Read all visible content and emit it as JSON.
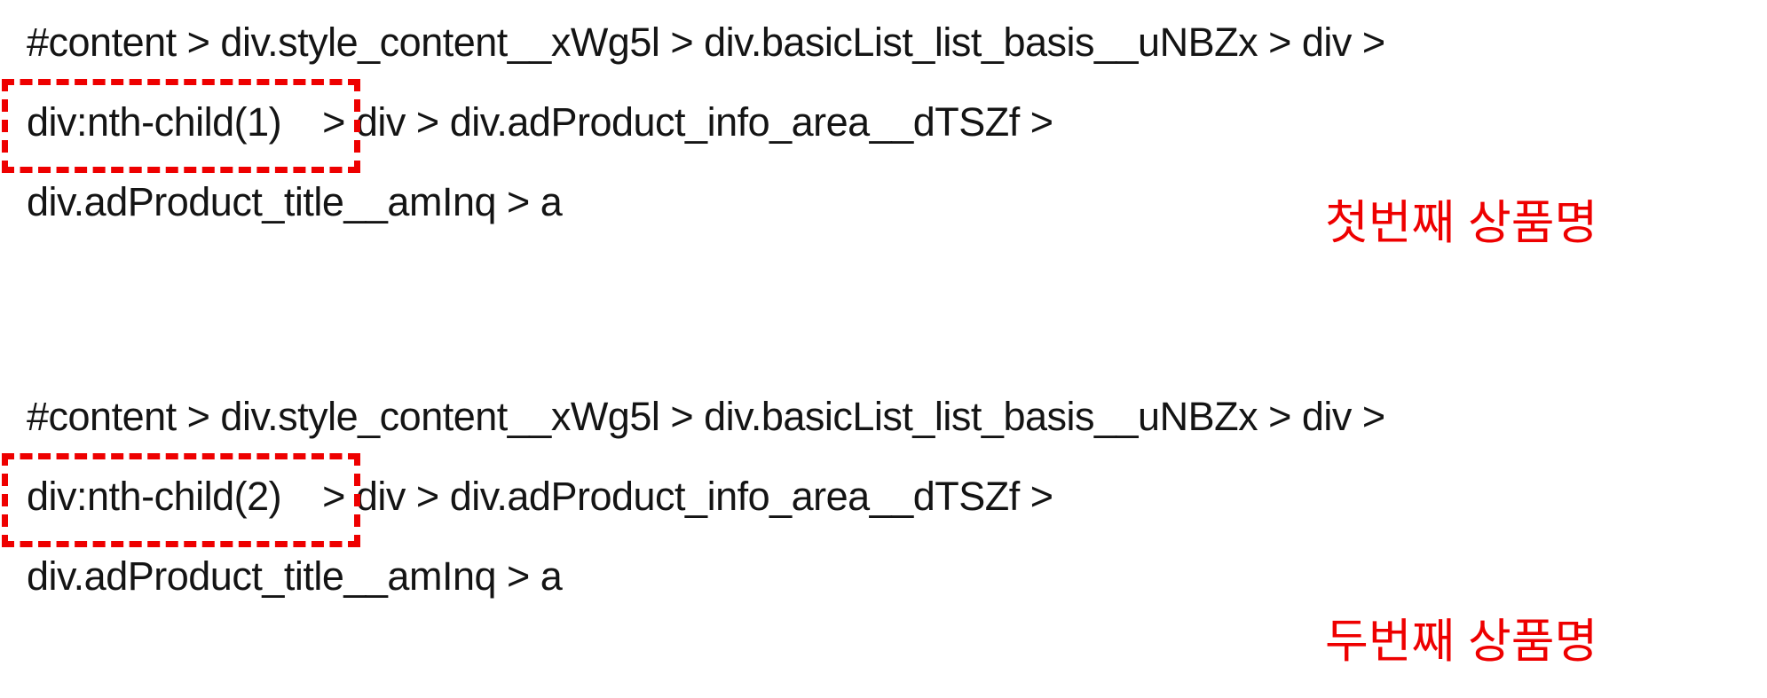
{
  "colors": {
    "background": "#ffffff",
    "selector_text": "#141414",
    "highlight_red": "#ee0000"
  },
  "blocks": [
    {
      "line1": "#content > div.style_content__xWg5l > div.basicList_list_basis__uNBZx > div >",
      "line2_highlight": "div:nth-child(1)",
      "line2_rest": "> div > div.adProduct_info_area__dTSZf >",
      "line3": "div.adProduct_title__amInq > a",
      "annotation": "첫번째 상품명"
    },
    {
      "line1": "#content > div.style_content__xWg5l > div.basicList_list_basis__uNBZx > div >",
      "line2_highlight": "div:nth-child(2)",
      "line2_rest": "> div > div.adProduct_info_area__dTSZf >",
      "line3": "div.adProduct_title__amInq > a",
      "annotation": "두번째 상품명"
    }
  ]
}
